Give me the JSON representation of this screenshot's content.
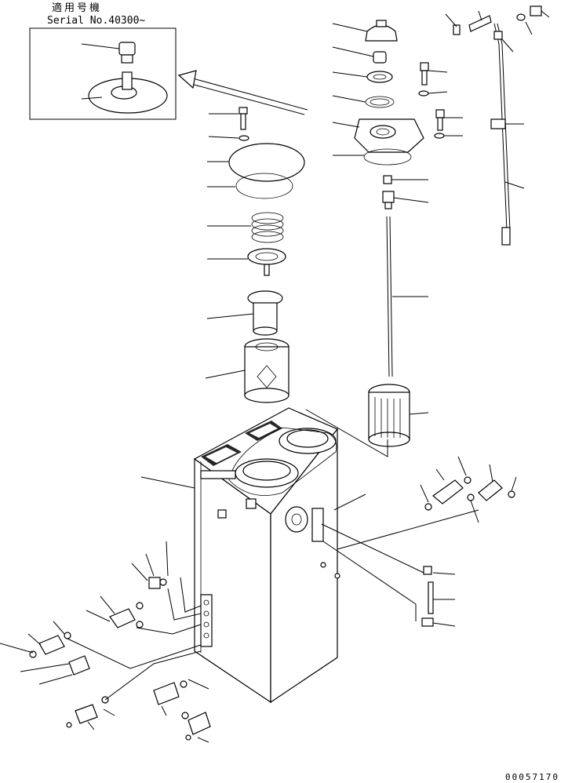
{
  "inset": {
    "title_jp": "適用号機",
    "serial": "Serial No.40300~"
  },
  "drawing_number": "00057170",
  "colors": {
    "ink": "#000000",
    "paper": "#ffffff"
  }
}
